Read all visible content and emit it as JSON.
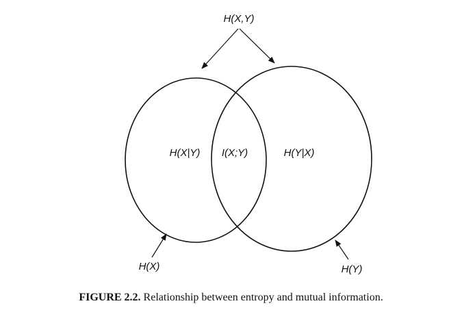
{
  "diagram": {
    "top_label": "H(X,Y)",
    "left_only_label": "H(X|Y)",
    "intersection_label": "I(X;Y)",
    "right_only_label": "H(Y|X)",
    "left_circle_label": "H(X)",
    "right_circle_label": "H(Y)"
  },
  "caption": {
    "number": "FIGURE 2.2.",
    "text": "Relationship between entropy and mutual information."
  }
}
